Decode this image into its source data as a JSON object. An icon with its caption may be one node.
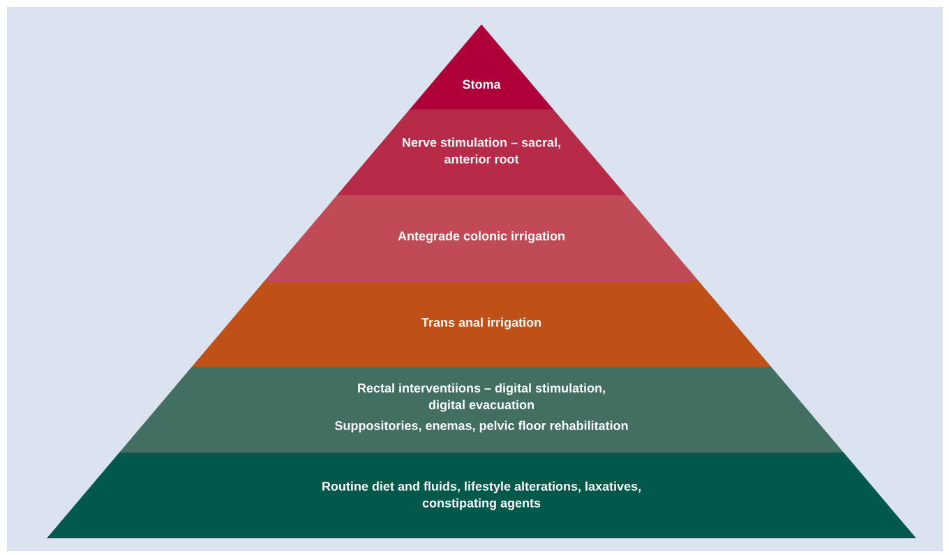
{
  "diagram": {
    "nodes": [
      {
        "text": [
          "Stoma"
        ]
      },
      {
        "text": [
          "Nerve stimulation – sacral, anterior root"
        ]
      },
      {
        "text": [
          "Antegrade colonic irrigation"
        ]
      },
      {
        "text": [
          "Trans anal irrigation"
        ]
      },
      {
        "text": [
          "Rectal interventiions – digital stimulation, digital evacuation",
          "Suppositories, enemas, pelvic floor rehabilitation"
        ]
      },
      {
        "text": [
          "Routine diet and fluids, lifestyle alterations, laxatives, constipating agents"
        ]
      }
    ]
  }
}
